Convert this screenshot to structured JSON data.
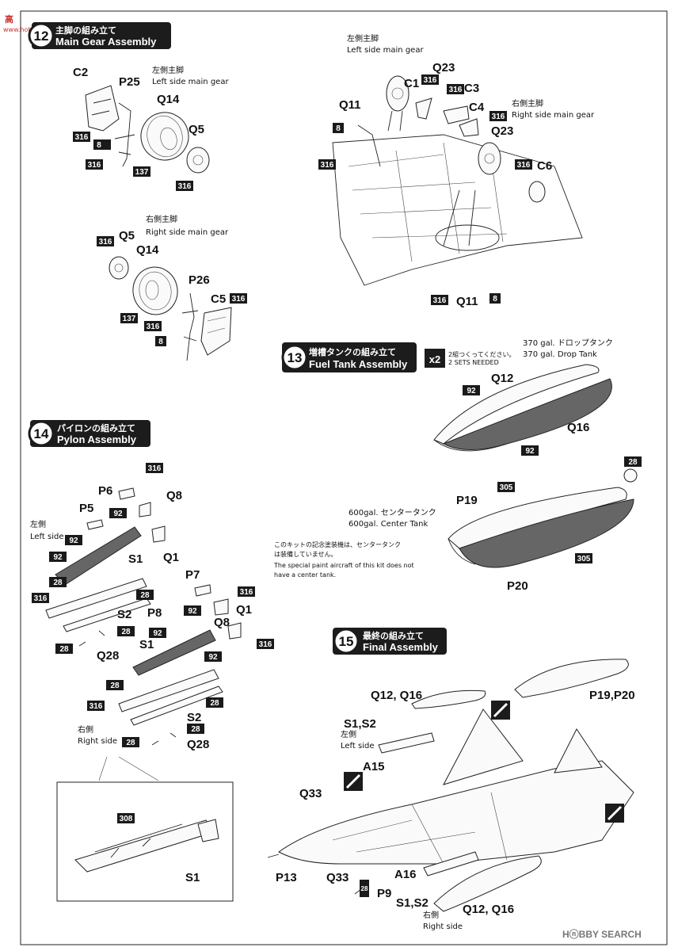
{
  "watermark": {
    "top_left": "高",
    "top_left_site": "www.hobbyart.com",
    "bottom_right": "HⓝBBY SEARCH"
  },
  "steps": {
    "s12": {
      "number": "12",
      "title_jp": "主脚の組み立て",
      "title_en": "Main Gear Assembly"
    },
    "s13": {
      "number": "13",
      "title_jp": "増槽タンクの組み立て",
      "title_en": "Fuel Tank Assembly",
      "multiplier": "x2",
      "note_jp": "2組つくってください。",
      "note_en": "2 SETS NEEDED"
    },
    "s14": {
      "number": "14",
      "title_jp": "パイロンの組み立て",
      "title_en": "Pylon Assembly"
    },
    "s15": {
      "number": "15",
      "title_jp": "最終の組み立て",
      "title_en": "Final Assembly"
    }
  },
  "captions": {
    "left_main_gear_jp": "左側主脚",
    "left_main_gear_en": "Left side main gear",
    "right_main_gear_jp": "右側主脚",
    "right_main_gear_en": "Right side main gear",
    "drop_tank_jp": "370 gal. ドロップタンク",
    "drop_tank_en": "370 gal. Drop Tank",
    "center_tank_jp": "600gal. センタータンク",
    "center_tank_en": "600gal. Center Tank",
    "center_note_jp1": "このキットの記念塗装機は、センタータンク",
    "center_note_jp2": "は装備していません。",
    "center_note_en1": "The special paint aircraft of this kit does not",
    "center_note_en2": "have a center tank.",
    "left_jp": "左側",
    "left_en": "Left side",
    "right_jp": "右側",
    "right_en": "Right side"
  },
  "parts": {
    "C1": "C1",
    "C2": "C2",
    "C3": "C3",
    "C4": "C4",
    "C5": "C5",
    "C6": "C6",
    "P5": "P5",
    "P6": "P6",
    "P7": "P7",
    "P8": "P8",
    "P9": "P9",
    "P13": "P13",
    "P19": "P19",
    "P20": "P20",
    "P25": "P25",
    "P26": "P26",
    "Q1": "Q1",
    "Q5": "Q5",
    "Q8": "Q8",
    "Q11": "Q11",
    "Q12": "Q12",
    "Q14": "Q14",
    "Q16": "Q16",
    "Q23": "Q23",
    "Q28": "Q28",
    "Q33": "Q33",
    "S1": "S1",
    "S2": "S2",
    "A15": "A15",
    "A16": "A16",
    "Q12Q16": "Q12, Q16",
    "P19P20": "P19,P20",
    "S1S2": "S1,S2"
  },
  "colors": {
    "c8": "8",
    "c28": "28",
    "c92": "92",
    "c137": "137",
    "c305": "305",
    "c308": "308",
    "c316": "316"
  }
}
